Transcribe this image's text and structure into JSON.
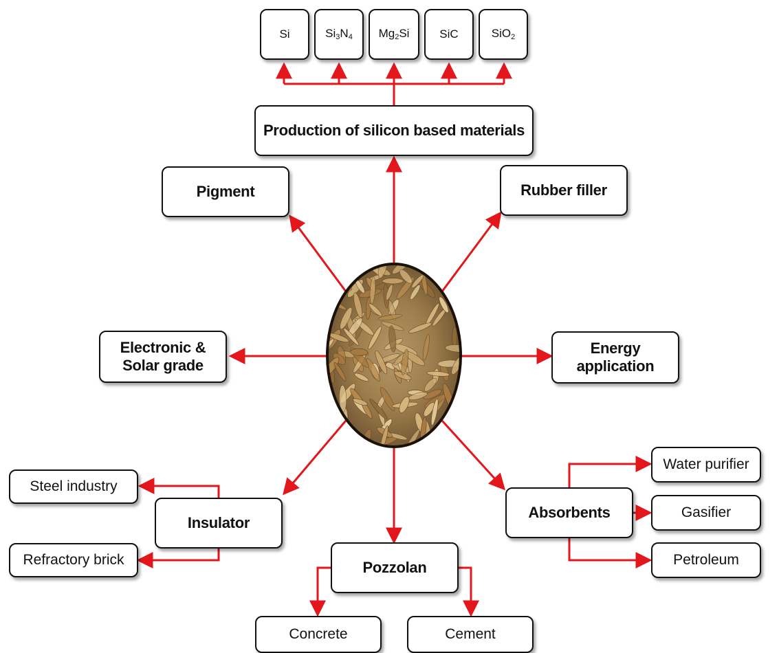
{
  "center": {
    "image": "rice-husk-photo"
  },
  "top_products": [
    {
      "base": "Si"
    },
    {
      "base": "Si",
      "sub": "3",
      "rest": "N",
      "sub2": "4"
    },
    {
      "base": "Mg",
      "sub": "2",
      "rest": "Si"
    },
    {
      "base": "SiC"
    },
    {
      "base": "SiO",
      "sub": "2"
    }
  ],
  "nodes": {
    "production": "Production of silicon based materials",
    "pigment": "Pigment",
    "rubber_filler": "Rubber filler",
    "electronic_line1": "Electronic &",
    "electronic_line2": "Solar grade",
    "energy_line1": "Energy",
    "energy_line2": "application",
    "insulator": "Insulator",
    "steel_industry": "Steel industry",
    "refractory_brick": "Refractory brick",
    "pozzolan": "Pozzolan",
    "concrete": "Concrete",
    "cement": "Cement",
    "absorbents": "Absorbents",
    "water_purifier": "Water purifier",
    "gasifier": "Gasifier",
    "petroleum": "Petroleum"
  },
  "colors": {
    "arrow": "#e3171b",
    "box_border": "#111111"
  }
}
